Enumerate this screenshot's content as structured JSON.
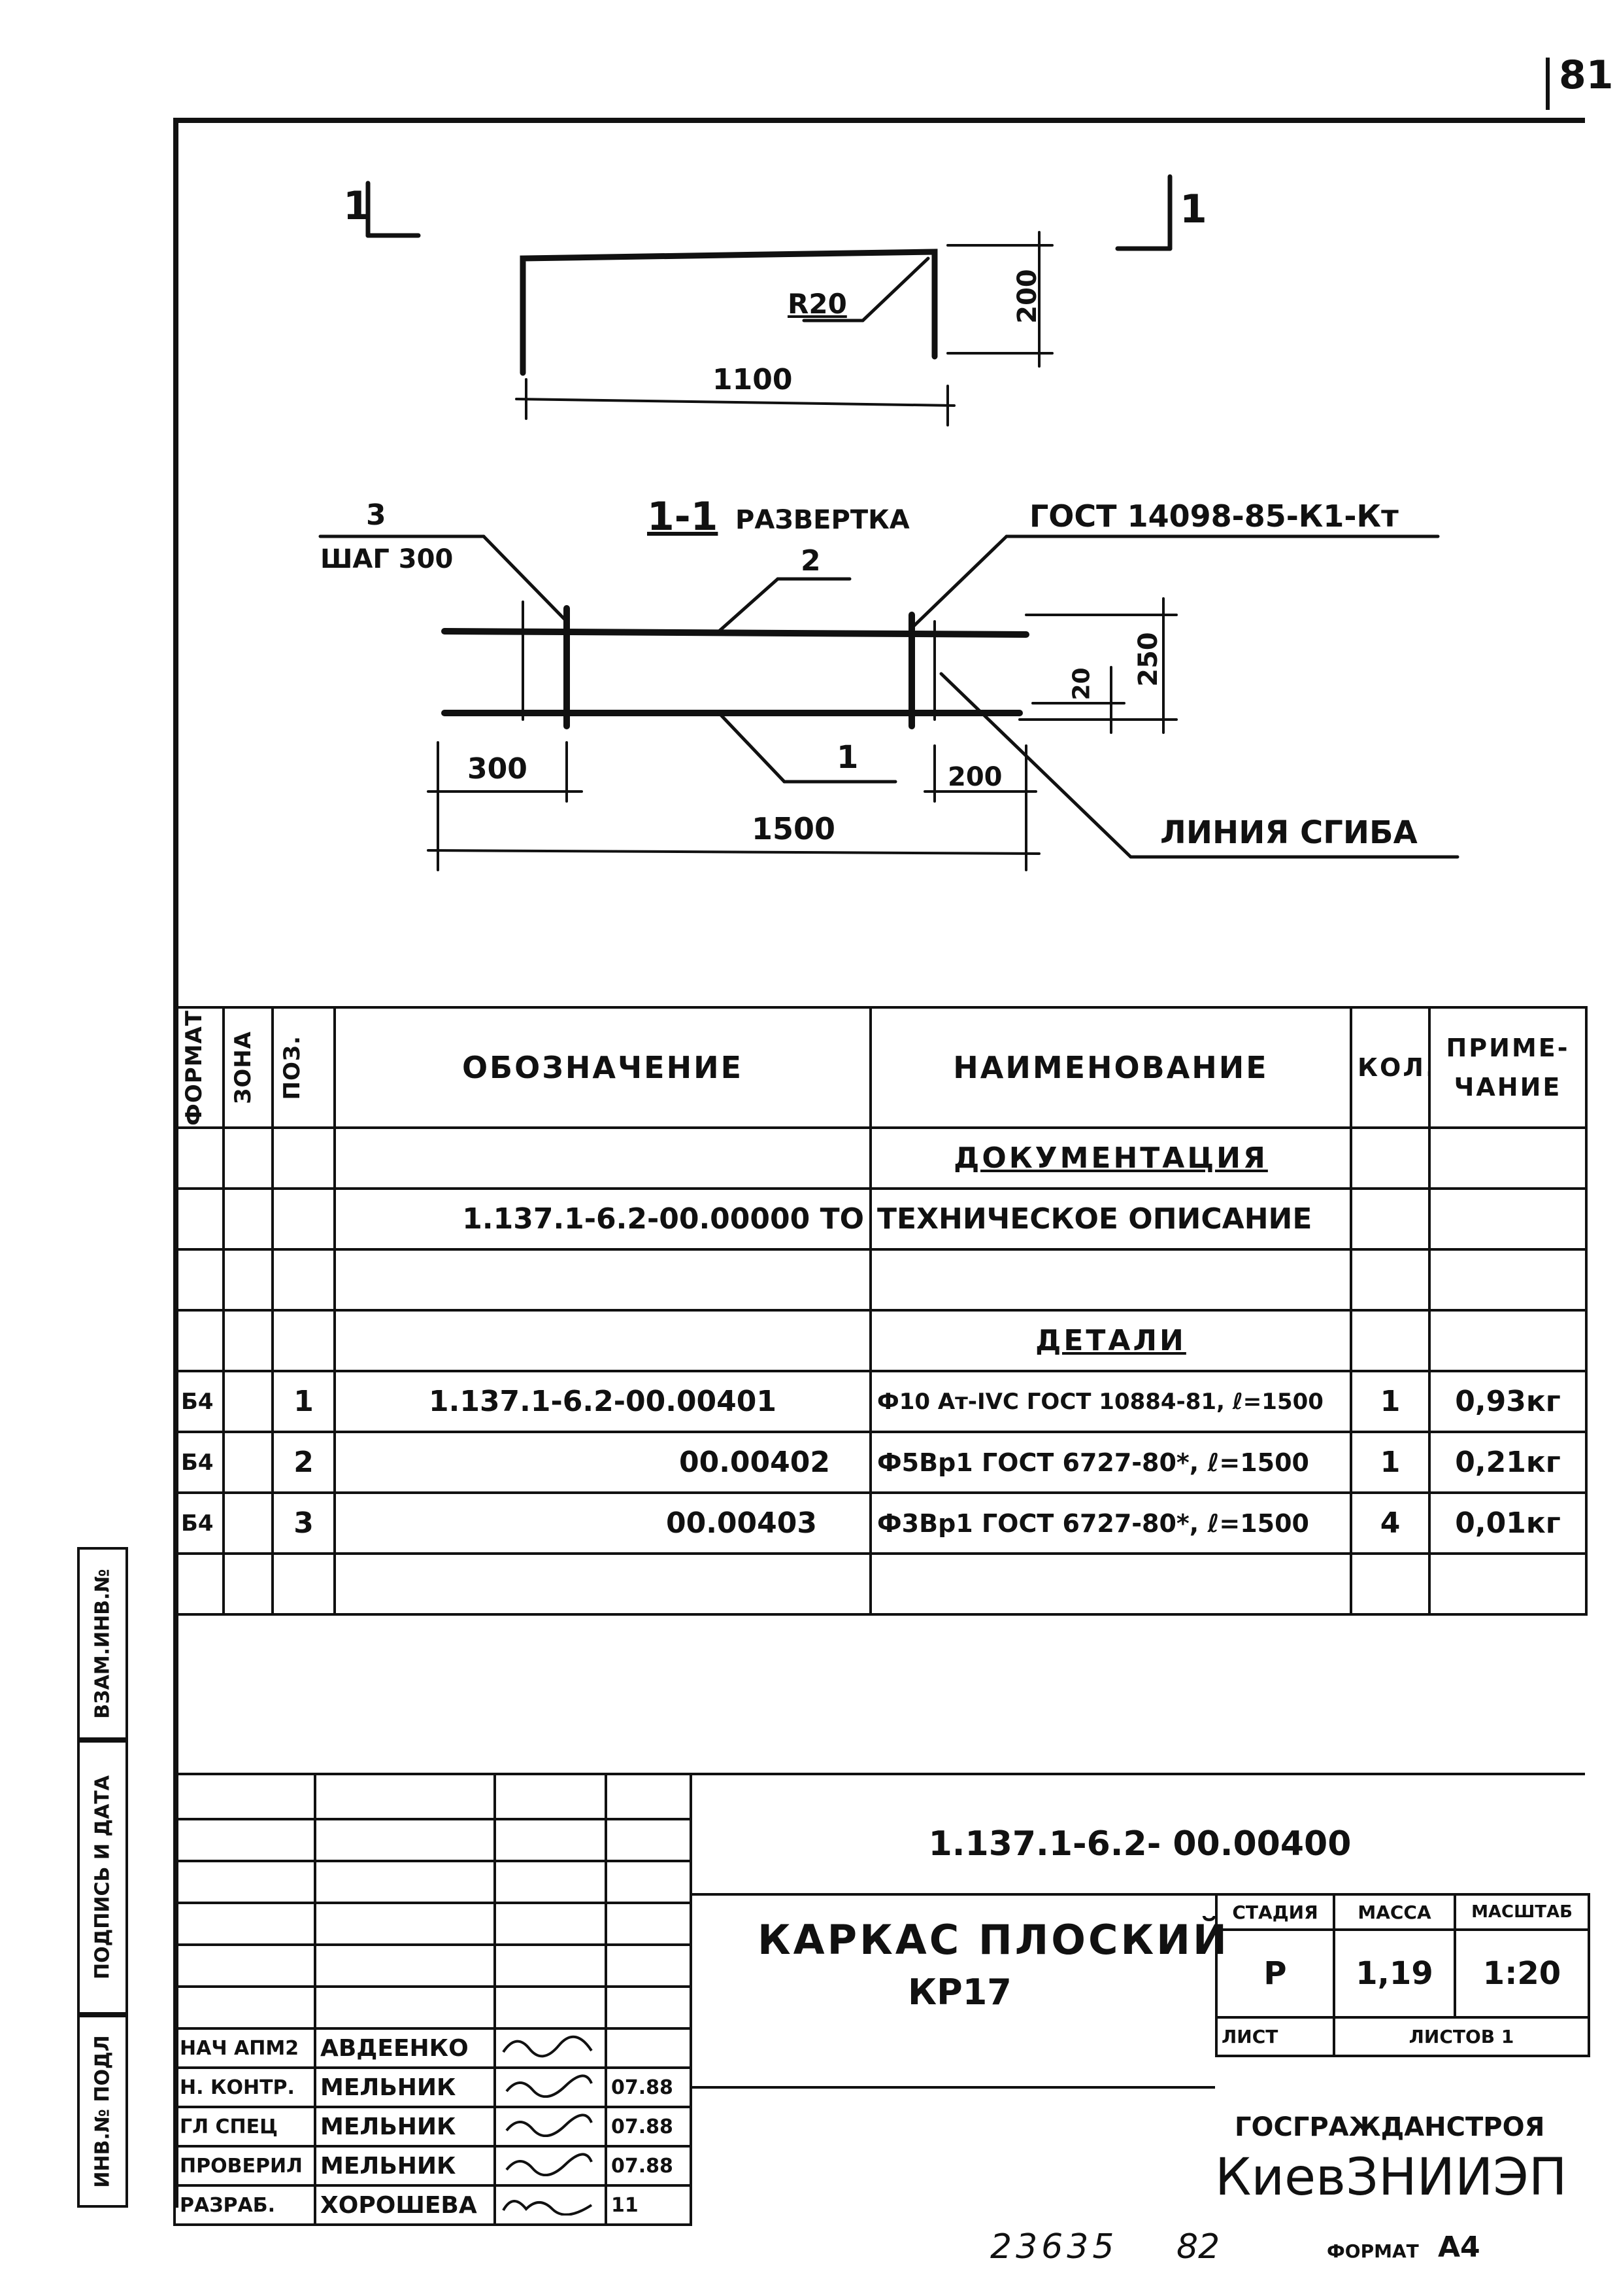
{
  "sheet_number": "81",
  "drawing": {
    "section_mark_left": "1",
    "section_mark_right": "1",
    "dim_radius": "R20",
    "dim_height": "200",
    "dim_width": "1100",
    "title": "1-1",
    "title_suffix": "РАЗВЕРТКА",
    "gost": "ГОСТ 14098-85-К1-Кт",
    "callout_3": "3",
    "callout_step": "ШАГ 300",
    "callout_2": "2",
    "callout_1": "1",
    "dim_250": "250",
    "dim_20": "20",
    "dim_300": "300",
    "dim_200": "200",
    "dim_1500": "1500",
    "bend_line": "ЛИНИЯ СГИБА"
  },
  "spec": {
    "headers": {
      "format": "ФОРМАТ",
      "zone": "ЗОНА",
      "pos": "ПОЗ.",
      "designation": "ОБОЗНАЧЕНИЕ",
      "name": "НАИМЕНОВАНИЕ",
      "qty": "КОЛ.",
      "note": "ПРИМЕ-ЧАНИЕ"
    },
    "section_docs": "ДОКУМЕНТАЦИЯ",
    "doc_row": {
      "designation": "1.137.1-6.2-00.00000 ТО",
      "name": "ТЕХНИЧЕСКОЕ ОПИСАНИЕ"
    },
    "section_parts": "ДЕТАЛИ",
    "rows": [
      {
        "format": "Б4",
        "pos": "1",
        "designation": "1.137.1-6.2-00.00401",
        "name": "Ф10 Ат-IVС ГОСТ 10884-81, ℓ=1500",
        "qty": "1",
        "note": "0,93кг"
      },
      {
        "format": "Б4",
        "pos": "2",
        "designation": "00.00402",
        "name": "Ф5Вр1 ГОСТ 6727-80*, ℓ=1500",
        "qty": "1",
        "note": "0,21кг"
      },
      {
        "format": "Б4",
        "pos": "3",
        "designation": "00.00403",
        "name": "Ф3Вр1 ГОСТ 6727-80*, ℓ=1500",
        "qty": "4",
        "note": "0,01кг"
      }
    ]
  },
  "titleblock": {
    "code": "1.137.1-6.2- 00.00400",
    "title_line1": "КАРКАС ПЛОСКИЙ",
    "title_line2": "КР17",
    "stage_label": "СТАДИЯ",
    "mass_label": "МАССА",
    "scale_label": "МАСШТАБ",
    "stage": "Р",
    "mass": "1,19",
    "scale": "1:20",
    "sheet_label": "ЛИСТ",
    "sheets_label": "ЛИСТОВ 1",
    "org1": "ГОСГРАЖДАНСТРОЯ",
    "org2": "КиевЗНИИЭП",
    "signers": [
      {
        "role": "НАЧ АПМ2",
        "name": "АВДЕЕНКО",
        "date": ""
      },
      {
        "role": "Н. КОНТР.",
        "name": "МЕЛЬНИК",
        "date": "07.88"
      },
      {
        "role": "ГЛ СПЕЦ",
        "name": "МЕЛЬНИК",
        "date": "07.88"
      },
      {
        "role": "ПРОВЕРИЛ",
        "name": "МЕЛЬНИК",
        "date": "07.88"
      },
      {
        "role": "РАЗРАБ.",
        "name": "ХОРОШЕВА",
        "date": "11"
      }
    ]
  },
  "side_labels": {
    "inv_sub": "ИНВ.№ ПОДЛ",
    "sign_date": "ПОДПИСЬ И ДАТА",
    "replace_inv": "ВЗАМ.ИНВ.№"
  },
  "footer": {
    "number": "23635",
    "page": "82",
    "format_label": "ФОРМАТ",
    "format_value": "А4"
  }
}
